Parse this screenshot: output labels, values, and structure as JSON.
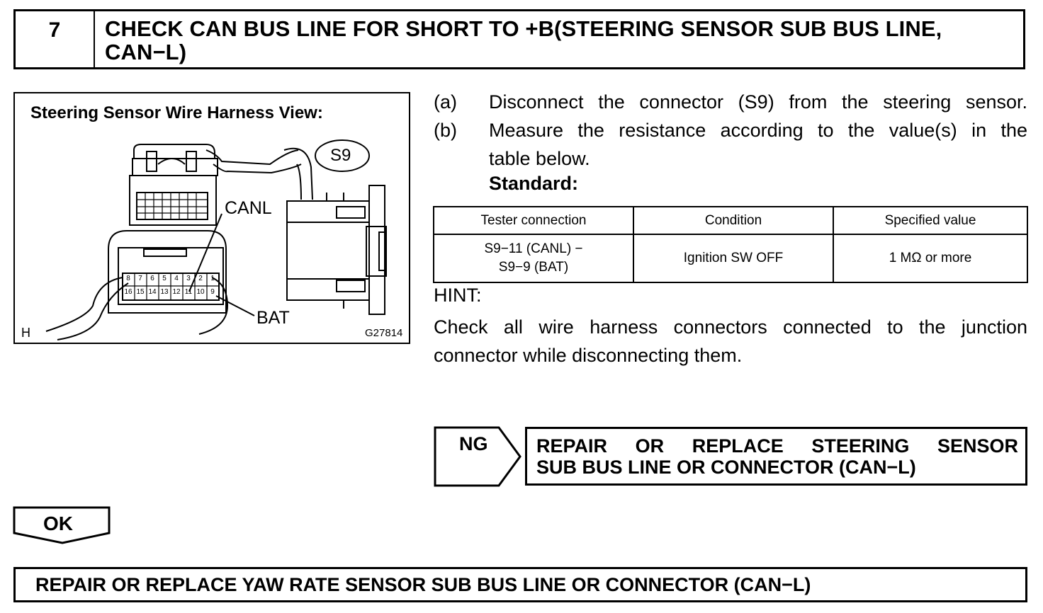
{
  "step": {
    "number": "7",
    "title_line1": "CHECK CAN BUS LINE FOR SHORT TO +B(STEERING SENSOR SUB BUS LINE,",
    "title_line2": "CAN−L)"
  },
  "figure": {
    "title": "Steering Sensor Wire Harness View:",
    "connector_label": "S9",
    "canl_label": "CANL",
    "bat_label": "BAT",
    "corner_mark": "H",
    "figure_code": "G27814",
    "pins_top": [
      "8",
      "7",
      "6",
      "5",
      "4",
      "3",
      "2",
      "1"
    ],
    "pins_bottom": [
      "16",
      "15",
      "14",
      "13",
      "12",
      "11",
      "10",
      "9"
    ]
  },
  "instructions": [
    {
      "mark": "(a)",
      "text": "Disconnect the connector (S9) from the steering sensor."
    },
    {
      "mark": "(b)",
      "text_line1": "Measure the resistance according to the value(s) in the",
      "text_line2": "table below."
    }
  ],
  "standard_label": "Standard:",
  "table": {
    "headers": [
      "Tester connection",
      "Condition",
      "Specified value"
    ],
    "rows": [
      {
        "connection_line1": "S9−11 (CANL) −",
        "connection_line2": "S9−9 (BAT)",
        "condition": "Ignition SW OFF",
        "value": "1 MΩ or more"
      }
    ]
  },
  "hint": {
    "label": "HINT:",
    "text": "Check all wire harness connectors connected to the junction connector while disconnecting them."
  },
  "ng_result": {
    "label": "NG",
    "text_line1": "REPAIR OR REPLACE STEERING SENSOR",
    "text_line2": "SUB BUS LINE OR CONNECTOR (CAN−L)"
  },
  "ok_label": "OK",
  "final_result": "REPAIR OR REPLACE YAW RATE SENSOR SUB BUS LINE OR CONNECTOR (CAN−L)"
}
